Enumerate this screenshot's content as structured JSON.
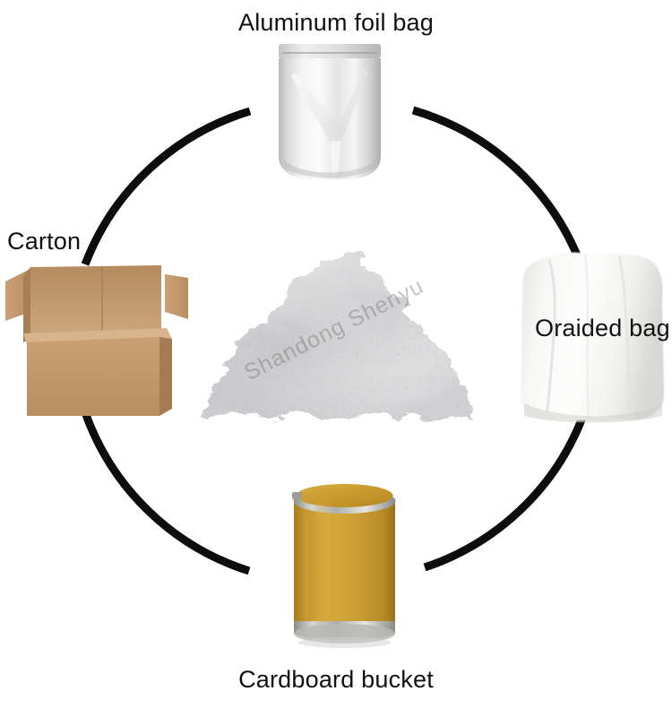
{
  "diagram": {
    "type": "packaging-options-circle",
    "background_color": "#ffffff",
    "ring_color": "#0d0d0d",
    "center": {
      "subject": "white powder pile",
      "watermark_text": "Shandong Shenyu",
      "watermark_color": "#6e6e6e"
    },
    "nodes": [
      {
        "id": "aluminum-foil-bag",
        "label": "Aluminum foil bag",
        "position": "top",
        "color": "#d9d9d9",
        "description": "silver stand-up zipper pouch"
      },
      {
        "id": "carton",
        "label": "Carton",
        "position": "left",
        "color": "#c49a6c",
        "description": "open corrugated cardboard box"
      },
      {
        "id": "braided-bag",
        "label": "Oraided bag",
        "position": "right",
        "color": "#f2f2f0",
        "description": "white woven polypropylene sack"
      },
      {
        "id": "cardboard-bucket",
        "label": "Cardboard bucket",
        "position": "bottom",
        "color": "#c79a32",
        "description": "yellow fiber drum with metal rims"
      }
    ]
  }
}
